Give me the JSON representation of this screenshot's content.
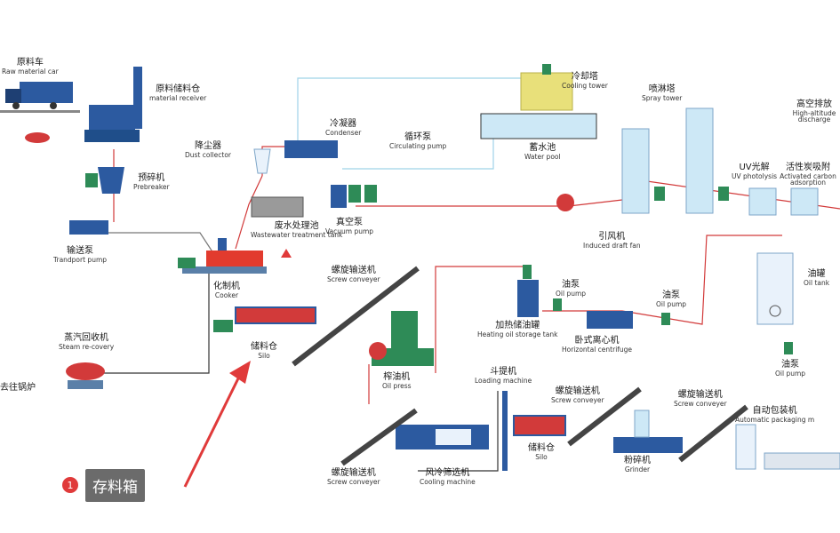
{
  "labels": {
    "raw_car": {
      "zh": "原料车",
      "en": "Raw material car"
    },
    "receiver": {
      "zh": "原料储料仓",
      "en": "material receiver"
    },
    "prebreaker": {
      "zh": "预碎机",
      "en": "Prebreaker"
    },
    "transport_pump": {
      "zh": "输送泵",
      "en": "Trandport pump"
    },
    "dust": {
      "zh": "降尘器",
      "en": "Dust collector"
    },
    "condenser": {
      "zh": "冷凝器",
      "en": "Condenser"
    },
    "circ_pump": {
      "zh": "循环泵",
      "en": "Circulating pump"
    },
    "cooling_tower": {
      "zh": "冷却塔",
      "en": "Cooling tower"
    },
    "water_pool": {
      "zh": "蓄水池",
      "en": "Water pool"
    },
    "spray_tower": {
      "zh": "喷淋塔",
      "en": "Spray tower"
    },
    "uv": {
      "zh": "UV光解",
      "en": "UV photolysis"
    },
    "carbon": {
      "zh": "活性炭吸附",
      "en": "Activated carbon adsorption"
    },
    "stack": {
      "zh": "高空排放",
      "en": "High-altitude discharge"
    },
    "wastewater": {
      "zh": "废水处理池",
      "en": "Wastewater treatment tank"
    },
    "vacuum": {
      "zh": "真空泵",
      "en": "Vacuum pump"
    },
    "induced_fan": {
      "zh": "引风机",
      "en": "Induced draft fan"
    },
    "cooker": {
      "zh": "化制机",
      "en": "Cooker"
    },
    "screw1": {
      "zh": "螺旋输送机",
      "en": "Screw conveyer"
    },
    "oil_pump1": {
      "zh": "油泵",
      "en": "Oil pump"
    },
    "heating_tank": {
      "zh": "加热储油罐",
      "en": "Heating oil storage tank"
    },
    "centrifuge": {
      "zh": "卧式离心机",
      "en": "Horizontal centrifuge"
    },
    "oil_pump2": {
      "zh": "油泵",
      "en": "Oil pump"
    },
    "oil_tank": {
      "zh": "油罐",
      "en": "Oil tank"
    },
    "oil_pump3": {
      "zh": "油泵",
      "en": "Oil pump"
    },
    "silo1": {
      "zh": "储料仓",
      "en": "Silo"
    },
    "steam": {
      "zh": "蒸汽回收机",
      "en": "Steam re-covery"
    },
    "boiler": {
      "zh": "去往锅炉",
      "en": ""
    },
    "oil_press": {
      "zh": "榨油机",
      "en": "Oil press"
    },
    "loading": {
      "zh": "斗提机",
      "en": "Loading machine"
    },
    "screw2": {
      "zh": "螺旋输送机",
      "en": "Screw conveyer"
    },
    "screw3": {
      "zh": "螺旋输送机",
      "en": "Screw conveyer"
    },
    "packaging": {
      "zh": "自动包装机",
      "en": "Automatic packaging m"
    },
    "silo2": {
      "zh": "储料仓",
      "en": "Silo"
    },
    "grinder": {
      "zh": "粉碎机",
      "en": "Grinder"
    },
    "screw4": {
      "zh": "螺旋输送机",
      "en": "Screw conveyer"
    },
    "cooling_machine": {
      "zh": "风冷筛选机",
      "en": "Cooling machine"
    }
  },
  "annotation": {
    "number": "1",
    "text": "存料箱"
  },
  "colors": {
    "equipment_blue": "#2c5aa0",
    "pipe_red": "#d23a3a",
    "pipe_water": "#9fd3e8",
    "cooker_red": "#e23b2e",
    "tank_yellow": "#e8e07a",
    "steel_green": "#2e8b57",
    "sky_blue": "#cde8f6"
  }
}
